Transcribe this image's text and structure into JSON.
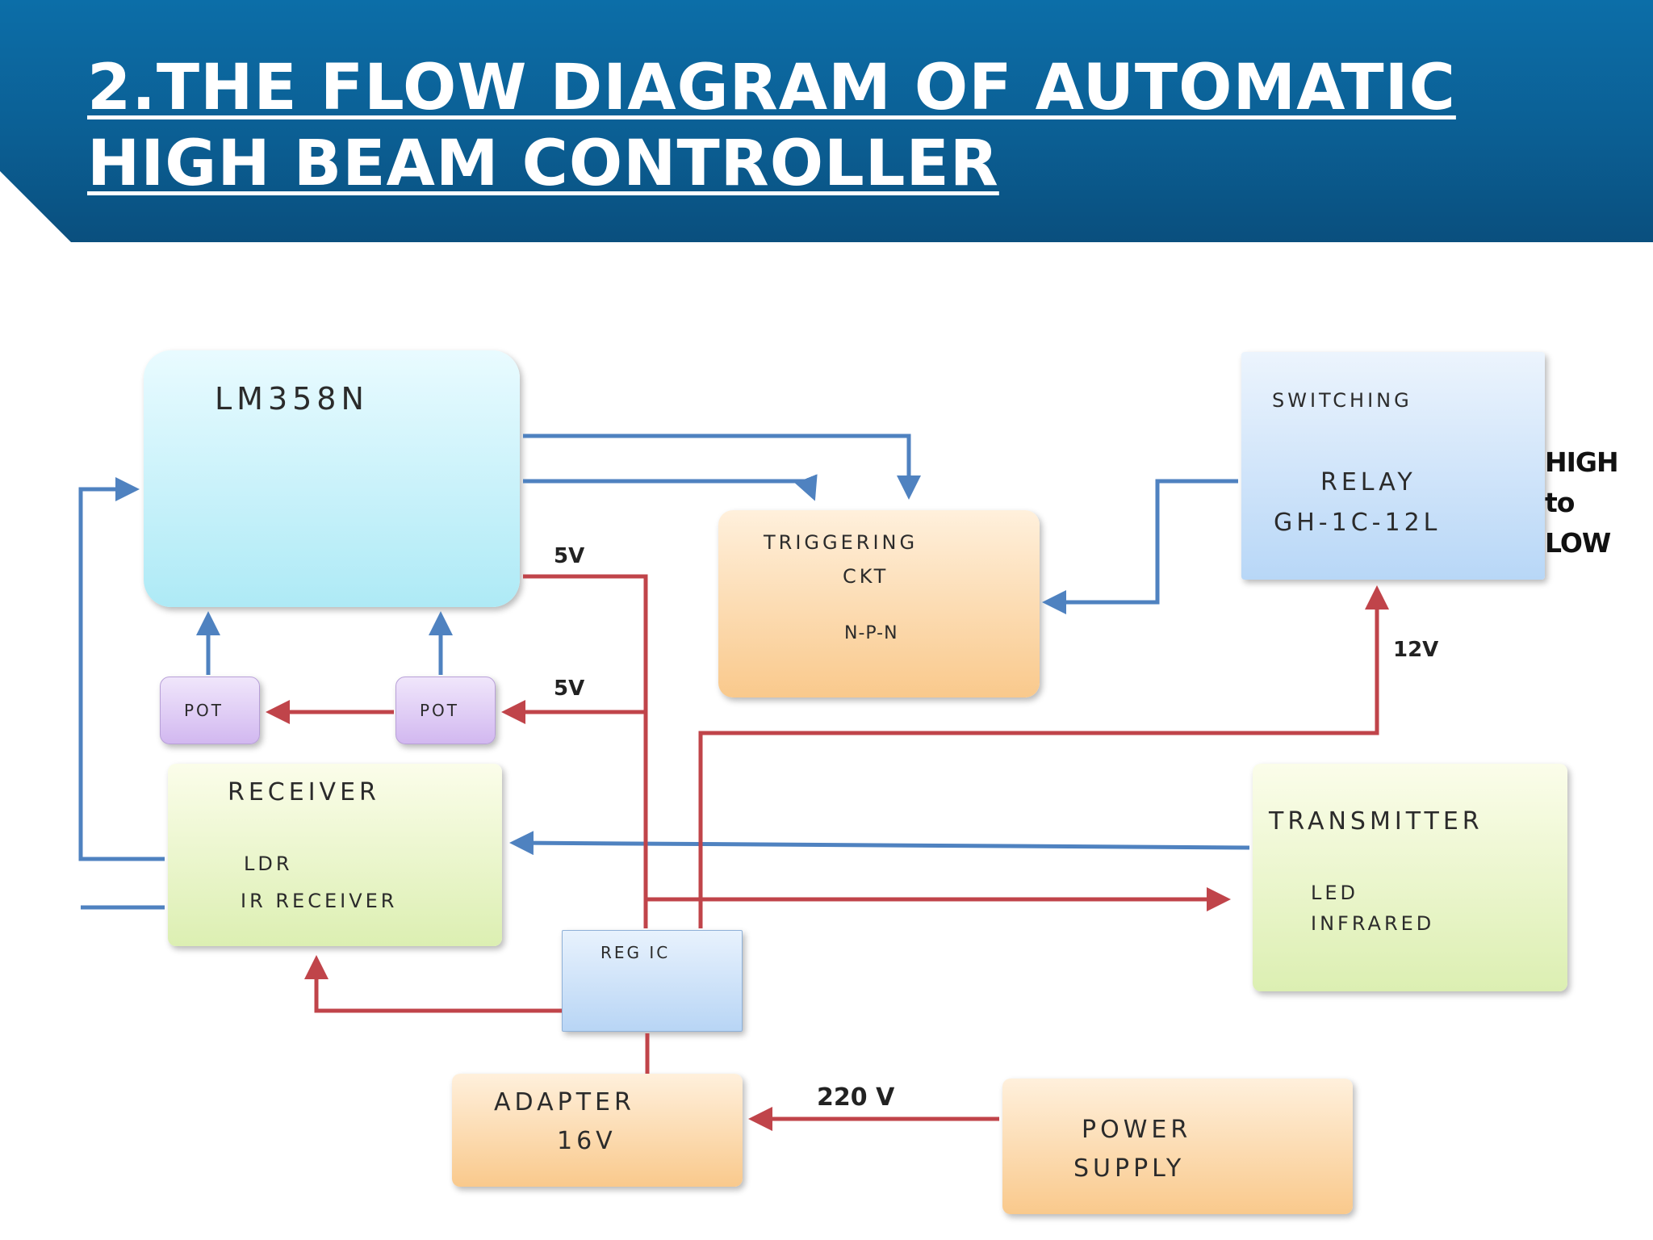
{
  "title": {
    "line1": "2.THE FLOW DIAGRAM OF AUTOMATIC",
    "line2": "HIGH BEAM CONTROLLER"
  },
  "blocks": {
    "lm358n": {
      "name": "LM358N"
    },
    "triggering": {
      "line1": "TRIGGERING",
      "line2": "CKT",
      "line3": "N-P-N"
    },
    "relay": {
      "line1": "SWITCHING",
      "line2": "RELAY",
      "line3": "GH-1C-12L"
    },
    "pot_left": {
      "name": "POT"
    },
    "pot_right": {
      "name": "POT"
    },
    "receiver": {
      "line1": "RECEIVER",
      "line2": "LDR",
      "line3": "IR RECEIVER"
    },
    "transmitter": {
      "line1": "TRANSMITTER",
      "line2": "LED",
      "line3": "INFRARED"
    },
    "reg_ic": {
      "name": "REG IC"
    },
    "adapter": {
      "line1": "ADAPTER",
      "line2": "16V"
    },
    "power_supply": {
      "line1": "POWER",
      "line2": "SUPPLY"
    }
  },
  "labels": {
    "v_5_top": "5V",
    "v_5_mid": "5V",
    "v_12": "12V",
    "v_220": "220 V",
    "relay_note": [
      "HIGH",
      "to",
      "LOW"
    ]
  },
  "colors": {
    "header": "#0b6aa3",
    "signal_line": "#4f82c0",
    "power_line": "#c0444a"
  }
}
